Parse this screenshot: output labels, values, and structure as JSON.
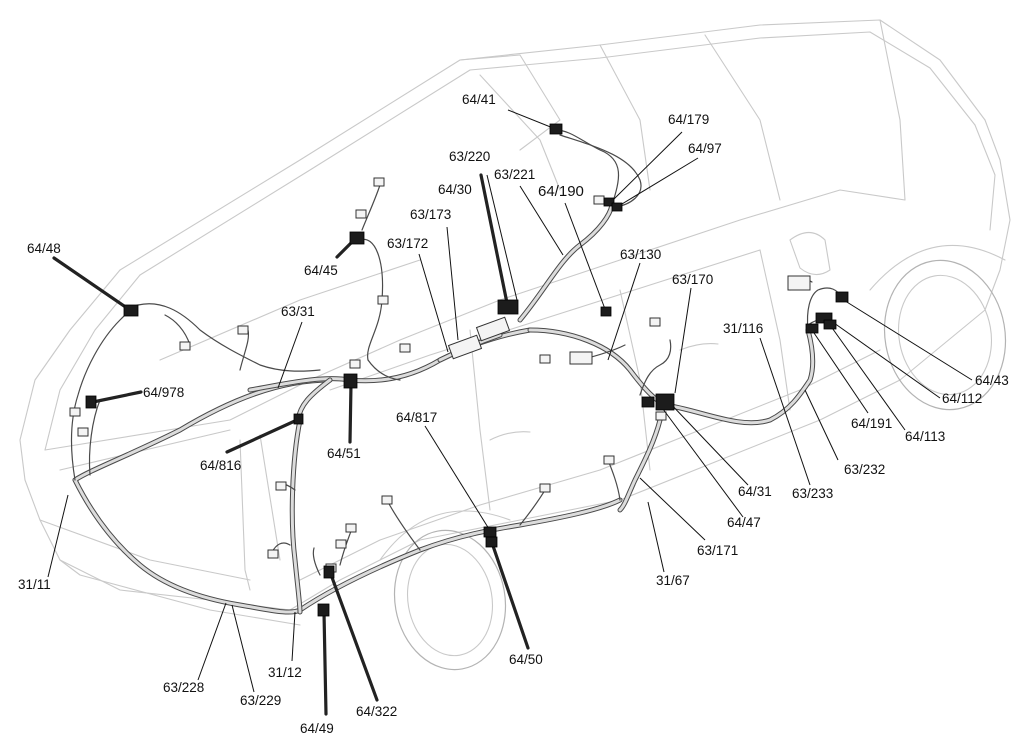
{
  "labels": {
    "l_64_41": "64/41",
    "l_64_179": "64/179",
    "l_64_97": "64/97",
    "l_63_220": "63/220",
    "l_63_221": "63/221",
    "l_64_30": "64/30",
    "l_64_190": "64/190",
    "l_63_173": "63/173",
    "l_63_172": "63/172",
    "l_64_48": "64/48",
    "l_64_45": "64/45",
    "l_63_130": "63/130",
    "l_63_170": "63/170",
    "l_63_31": "63/31",
    "l_31_116": "31/116",
    "l_64_978": "64/978",
    "l_64_817": "64/817",
    "l_64_816": "64/816",
    "l_64_51": "64/51",
    "l_64_43": "64/43",
    "l_64_112": "64/112",
    "l_64_191": "64/191",
    "l_64_113": "64/113",
    "l_63_232": "63/232",
    "l_64_31": "64/31",
    "l_63_233": "63/233",
    "l_64_47": "64/47",
    "l_63_171": "63/171",
    "l_31_11": "31/11",
    "l_31_67": "31/67",
    "l_64_50": "64/50",
    "l_31_12": "31/12",
    "l_63_228": "63/228",
    "l_63_229": "63/229",
    "l_64_322": "64/322",
    "l_64_49": "64/49"
  }
}
